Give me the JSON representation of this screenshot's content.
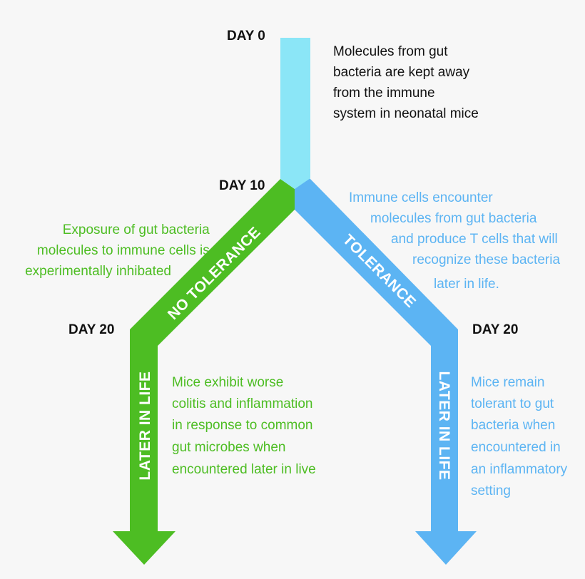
{
  "colors": {
    "stem": "#8be6f7",
    "no_tolerance": "#4dbd23",
    "tolerance": "#5cb4f3",
    "text_dark": "#111111"
  },
  "days": {
    "day0": "DAY 0",
    "day10": "DAY 10",
    "day20_left": "DAY 20",
    "day20_right": "DAY 20"
  },
  "bands": {
    "no_tolerance": "NO TOLERANCE",
    "tolerance": "TOLERANCE",
    "later_left": "LATER IN LIFE",
    "later_right": "LATER IN LIFE"
  },
  "notes": {
    "top": [
      "Molecules from gut",
      "bacteria are kept away",
      "from the immune",
      "system in neonatal mice"
    ],
    "no_tolerance": [
      "Exposure of gut bacteria",
      "molecules to immune cells is",
      "experimentally inhibated"
    ],
    "tolerance": [
      "Immune cells encounter",
      "molecules from gut bacteria",
      "and produce T cells that will",
      "recognize these bacteria",
      "later in life."
    ],
    "left_outcome": [
      "Mice exhibit worse",
      "colitis and inflammation",
      "in response to common",
      "gut microbes when",
      "encountered later in live"
    ],
    "right_outcome": [
      "Mice remain",
      "tolerant to gut",
      "bacteria when",
      "encountered in",
      "an inflammatory",
      "setting"
    ]
  }
}
